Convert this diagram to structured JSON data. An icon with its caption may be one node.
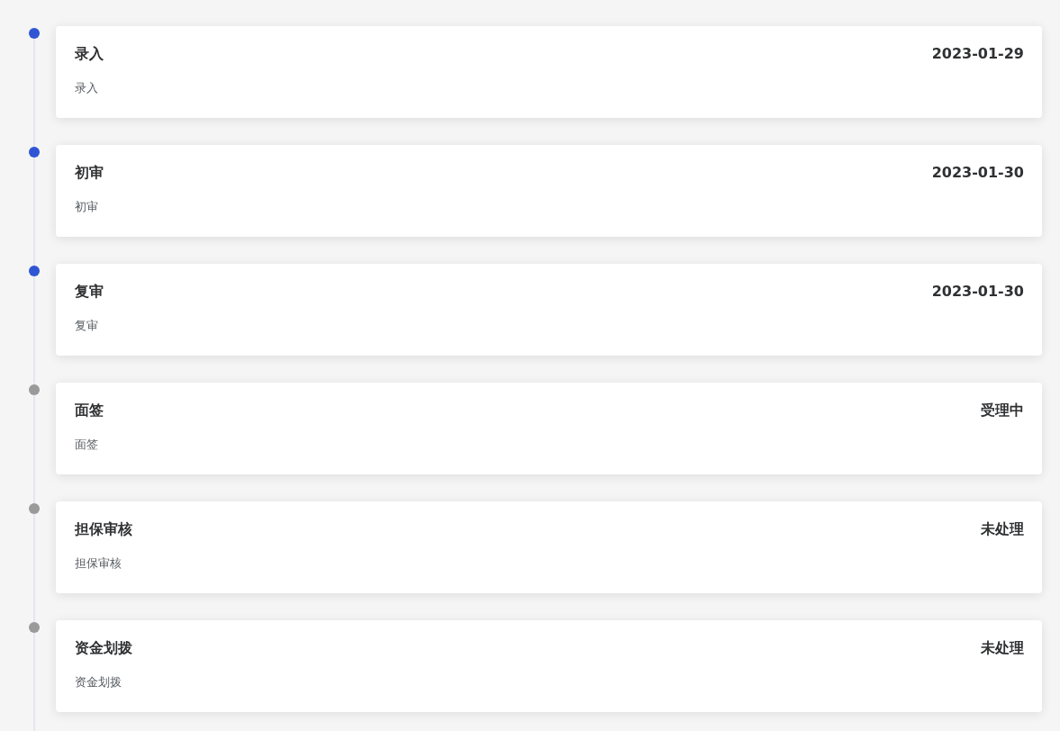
{
  "diagram": {
    "nodes": [
      {
        "text": [],
        "shape": "circle"
      },
      {
        "text": [
          "录入",
          "2023-01-29",
          "录入"
        ]
      },
      {
        "text": [],
        "shape": "circle"
      },
      {
        "text": [
          "初审",
          "2023-01-30",
          "初审"
        ]
      },
      {
        "text": [],
        "shape": "circle"
      },
      {
        "text": [
          "复审",
          "2023-01-30",
          "复审"
        ]
      },
      {
        "text": [],
        "shape": "circle"
      },
      {
        "text": [
          "面签",
          "受理中",
          "面签"
        ]
      },
      {
        "text": [],
        "shape": "circle"
      },
      {
        "text": [
          "担保审核",
          "未处理",
          "担保审核"
        ]
      },
      {
        "text": [],
        "shape": "circle"
      },
      {
        "text": [
          "资金划拨",
          "未处理",
          "资金划拨"
        ]
      }
    ],
    "edges": [
      {
        "from": 0,
        "to": 2,
        "arrow": "none"
      },
      {
        "from": 2,
        "to": 4,
        "arrow": "none"
      },
      {
        "from": 4,
        "to": 6,
        "arrow": "none"
      },
      {
        "from": 6,
        "to": 8,
        "arrow": "none"
      },
      {
        "from": 8,
        "to": 10,
        "arrow": "none"
      },
      {
        "from": 10,
        "to": null,
        "arrow": "none"
      }
    ]
  }
}
